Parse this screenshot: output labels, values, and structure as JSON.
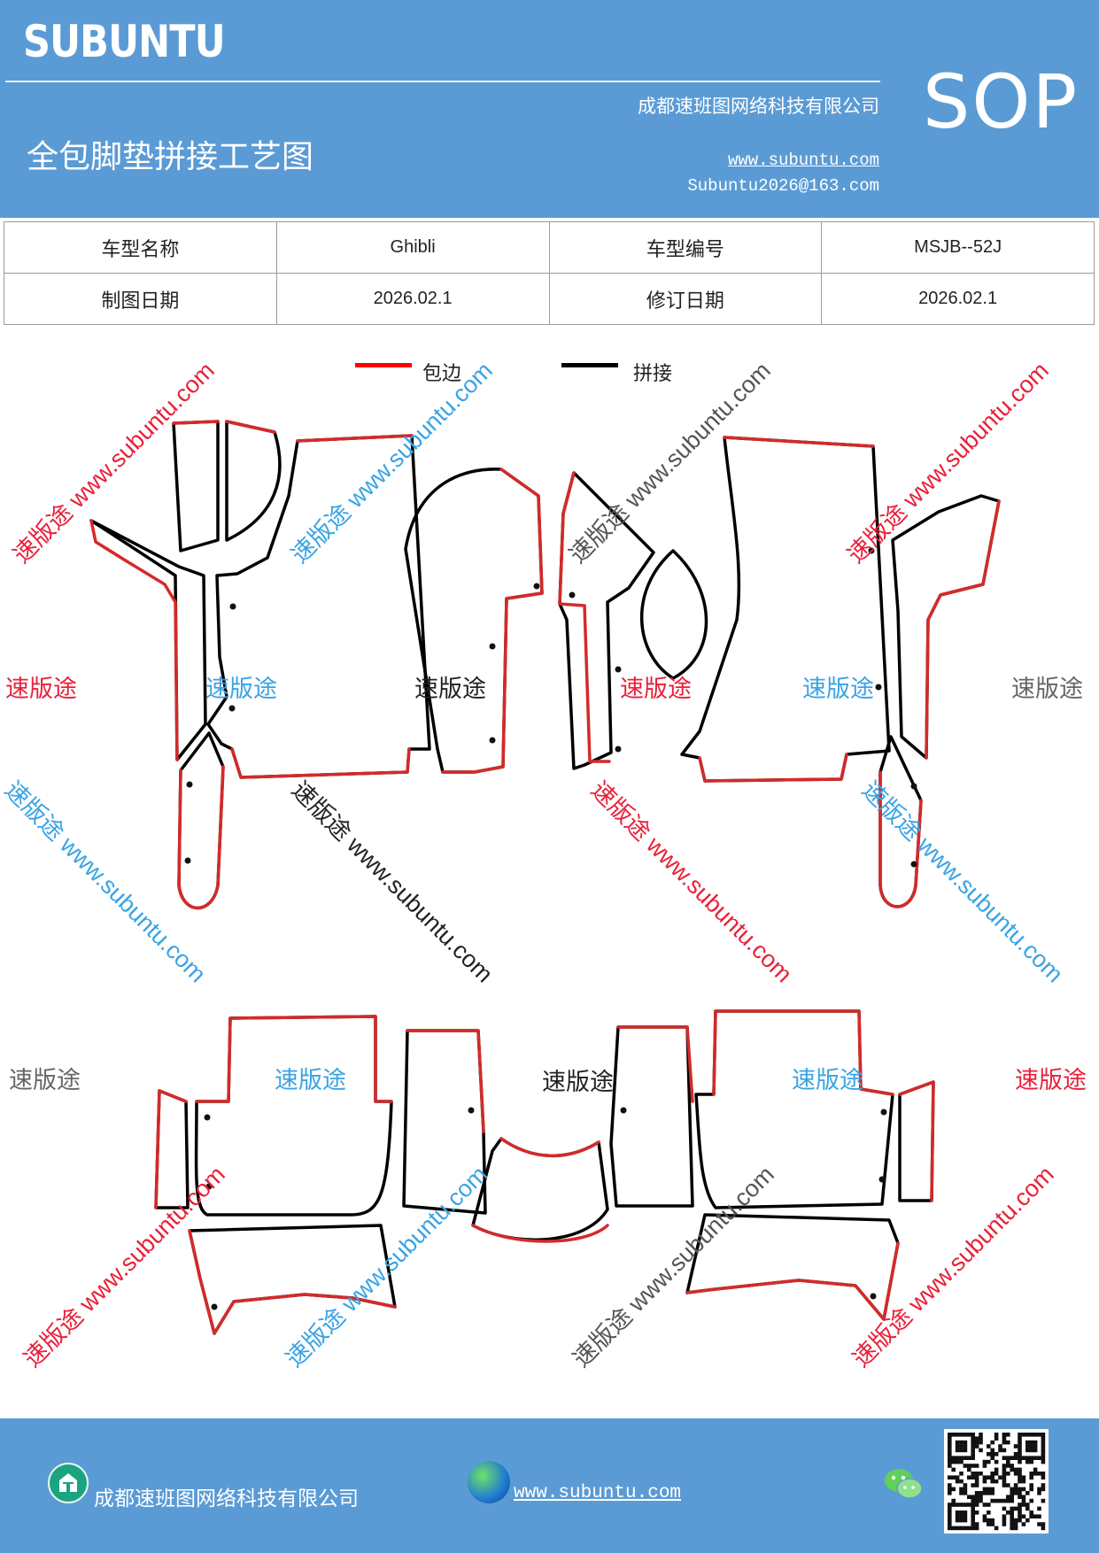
{
  "header": {
    "brand": "SUBUNTU",
    "company": "成都速班图网络科技有限公司",
    "title": "全包脚垫拼接工艺图",
    "website": "www.subuntu.com",
    "email": "Subuntu2026@163.com",
    "sop": "SOP"
  },
  "info": {
    "model_name_label": "车型名称",
    "model_name": "Ghibli",
    "model_code_label": "车型编号",
    "model_code": "MSJB--52J",
    "draw_date_label": "制图日期",
    "draw_date": "2026.02.1",
    "revise_date_label": "修订日期",
    "revise_date": "2026.02.1"
  },
  "legend": {
    "edge_label": "包边",
    "edge_color": "#ff0000",
    "join_label": "拼接",
    "join_color": "#000000"
  },
  "watermark": {
    "brand": "速版途",
    "combo": "速版途 www.subuntu.com",
    "url": "www.subuntu.com",
    "colors": {
      "red": "#e8213a",
      "blue": "#3aa3e3",
      "gray": "#666666",
      "black": "#222222"
    }
  },
  "footer": {
    "company": "成都速班图网络科技有限公司",
    "website": "www.subuntu.com"
  },
  "icons": [
    "home-icon",
    "globe-icon",
    "wechat-icon",
    "qr-code"
  ]
}
